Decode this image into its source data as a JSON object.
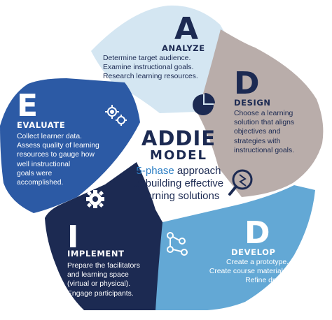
{
  "title": {
    "word1": "ADDIE",
    "word2": "MODEL"
  },
  "subtitle": {
    "line1_accent": "5-phase",
    "line1_rest": " approach",
    "line2": "to building effective",
    "line3": "learning solutions"
  },
  "phases": [
    {
      "key": "analyze",
      "letter": "A",
      "rest": "NALYZE",
      "color": "#d4e6f2",
      "lines": [
        "Determine target audience.",
        "Examine instructional goals.",
        "Research learning resources."
      ],
      "icon": "pie-chart-icon"
    },
    {
      "key": "design",
      "letter": "D",
      "rest": "ESIGN",
      "color": "#b9adaa",
      "lines": [
        "Choose a learning",
        "solution that aligns",
        "objectives and",
        "strategies with",
        "instructional goals."
      ],
      "icon": "magnifier-icon"
    },
    {
      "key": "develop",
      "letter": "D",
      "rest": "EVELOP",
      "color": "#63a8d5",
      "lines": [
        "Create a prototype.",
        "Create course materials.",
        "Refine drafts."
      ],
      "icon": "flowchart-icon"
    },
    {
      "key": "implement",
      "letter": "I",
      "rest": "MPLEMENT",
      "color": "#1c2a52",
      "lines": [
        "Prepare the facilitators",
        "and learning space",
        "(virtual or physical).",
        "Engage participants."
      ],
      "icon": "gear-icon"
    },
    {
      "key": "evaluate",
      "letter": "E",
      "rest": "VALUATE",
      "color": "#2c5aa5",
      "lines": [
        "Collect learner data.",
        "Assess quality of learning",
        "resources to gauge how",
        "well instructional",
        "goals were",
        "accomplished."
      ],
      "icon": "gears-icon"
    }
  ],
  "colors": {
    "title": "#1c2a52",
    "accent": "#2c7ec4",
    "subtitle": "#1c2a52",
    "white": "#ffffff",
    "dark_text": "#1c2a52"
  }
}
